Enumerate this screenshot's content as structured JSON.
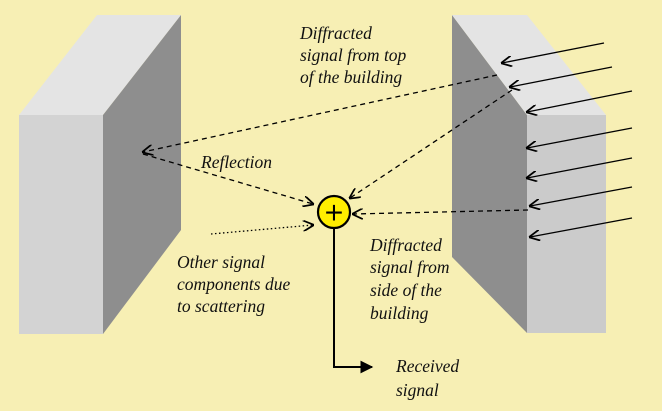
{
  "diagram": {
    "labels": {
      "diffracted_top": [
        "Diffracted",
        "signal from top",
        "of the building"
      ],
      "reflection": [
        "Reflection"
      ],
      "scattering": [
        "Other signal",
        "components due",
        "to scattering"
      ],
      "diffracted_side": [
        "Diffracted",
        "signal from",
        "side of the",
        "building"
      ],
      "received": [
        "Received",
        "signal"
      ],
      "combiner_symbol": "+"
    },
    "colors": {
      "background": "#f7efb4",
      "building_top": "#e4e4e4",
      "building_front": "#d2d2d2",
      "building_side": "#8e8e8e",
      "combiner_fill": "#ffee00",
      "line": "#000000"
    }
  }
}
